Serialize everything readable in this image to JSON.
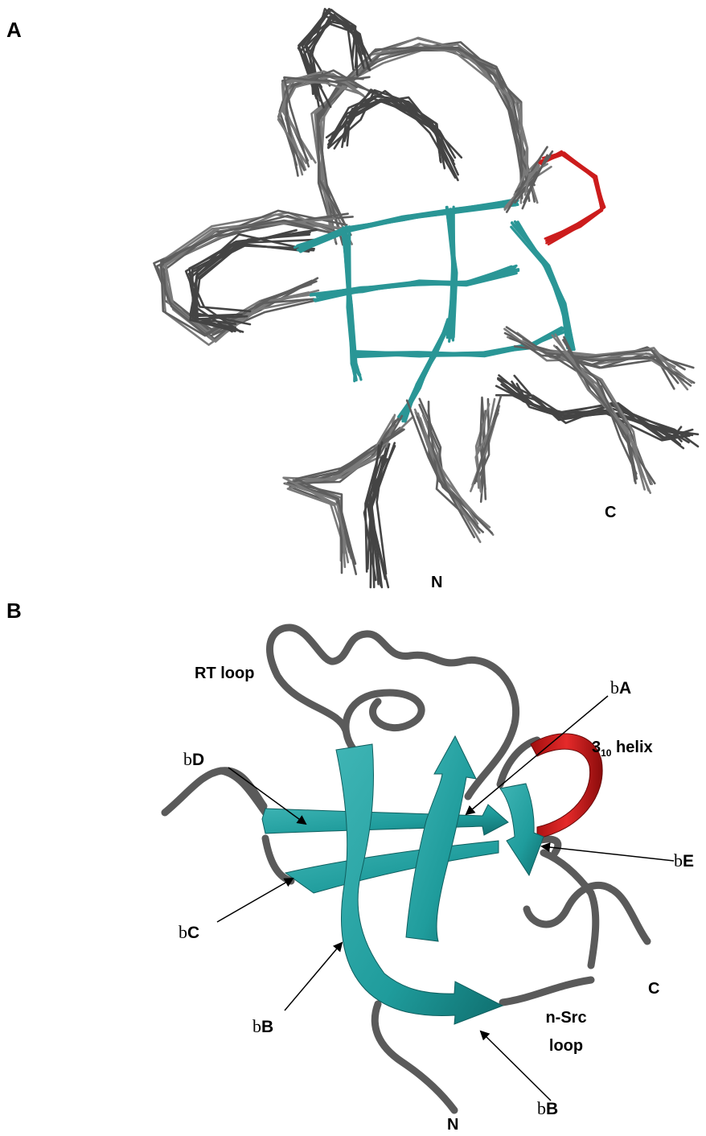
{
  "panels": {
    "a": {
      "letter": "A",
      "terminus_n": "N",
      "terminus_c": "C"
    },
    "b": {
      "letter": "B",
      "rt_loop": "RT loop",
      "helix_main": "3",
      "helix_sub": "10",
      "helix_word": " helix",
      "nsrc_line1": "n-Src",
      "nsrc_line2": "loop",
      "terminus_n": "N",
      "terminus_c": "C",
      "strands": [
        {
          "greek": "b",
          "letter": "A"
        },
        {
          "greek": "b",
          "letter": "D"
        },
        {
          "greek": "b",
          "letter": "E"
        },
        {
          "greek": "b",
          "letter": "C"
        },
        {
          "greek": "b",
          "letter": "B"
        },
        {
          "greek": "b",
          "letter": "B"
        }
      ]
    }
  },
  "colors": {
    "sheet": "#1f9c9c",
    "sheet_dark": "#157a7a",
    "coil": "#5a5a5a",
    "helix": "#d41818"
  }
}
